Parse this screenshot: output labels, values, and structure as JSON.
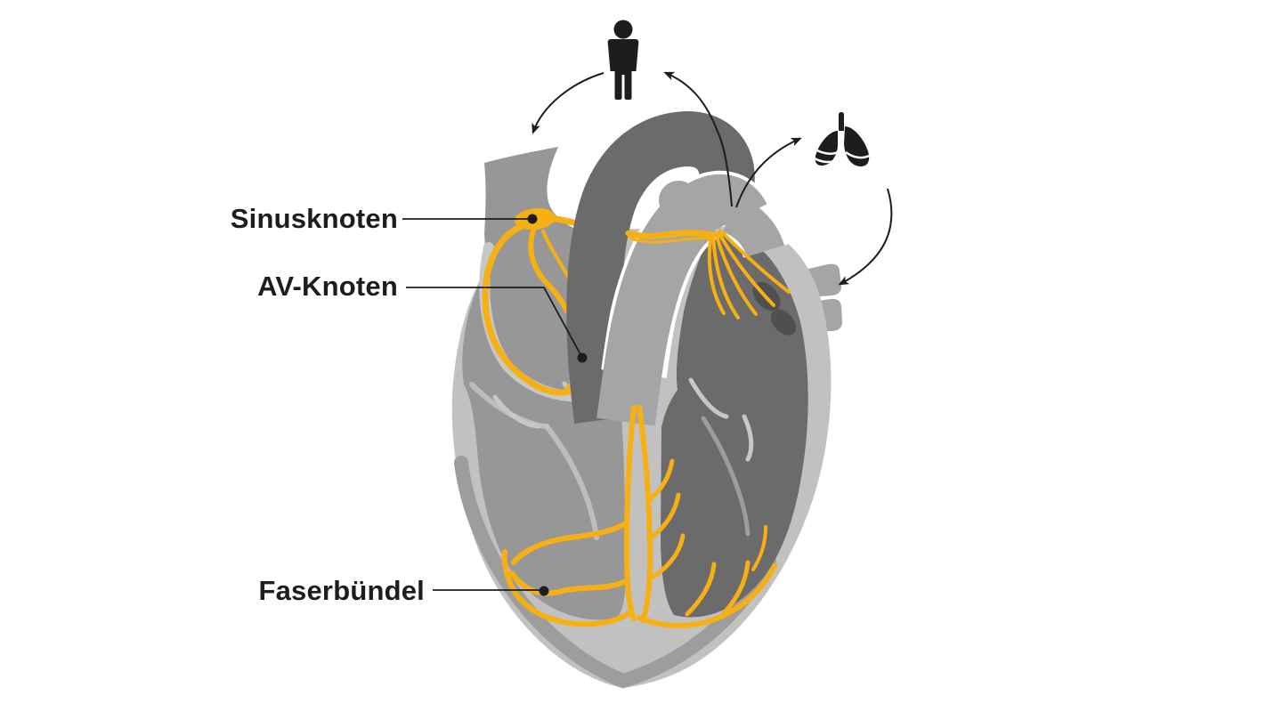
{
  "labels": {
    "sinusknoten": "Sinusknoten",
    "av_knoten": "AV-Knoten",
    "faserbuendel": "Faserbündel"
  },
  "icons": {
    "person": "person-icon",
    "lungs": "lungs-icon"
  },
  "colors": {
    "conduction_yellow": "#F7B013",
    "heart_outer": "#C1C1C1",
    "heart_shadow": "#9D9D9D",
    "chamber_left": "#979797",
    "chamber_right": "#6B6B6B",
    "vessel_dark": "#6B6B6B",
    "vessel_medium": "#A5A5A5",
    "detail_light": "#C7C7C7",
    "atrium_spot": "#4F4F4F",
    "ink": "#1D1D1B"
  }
}
